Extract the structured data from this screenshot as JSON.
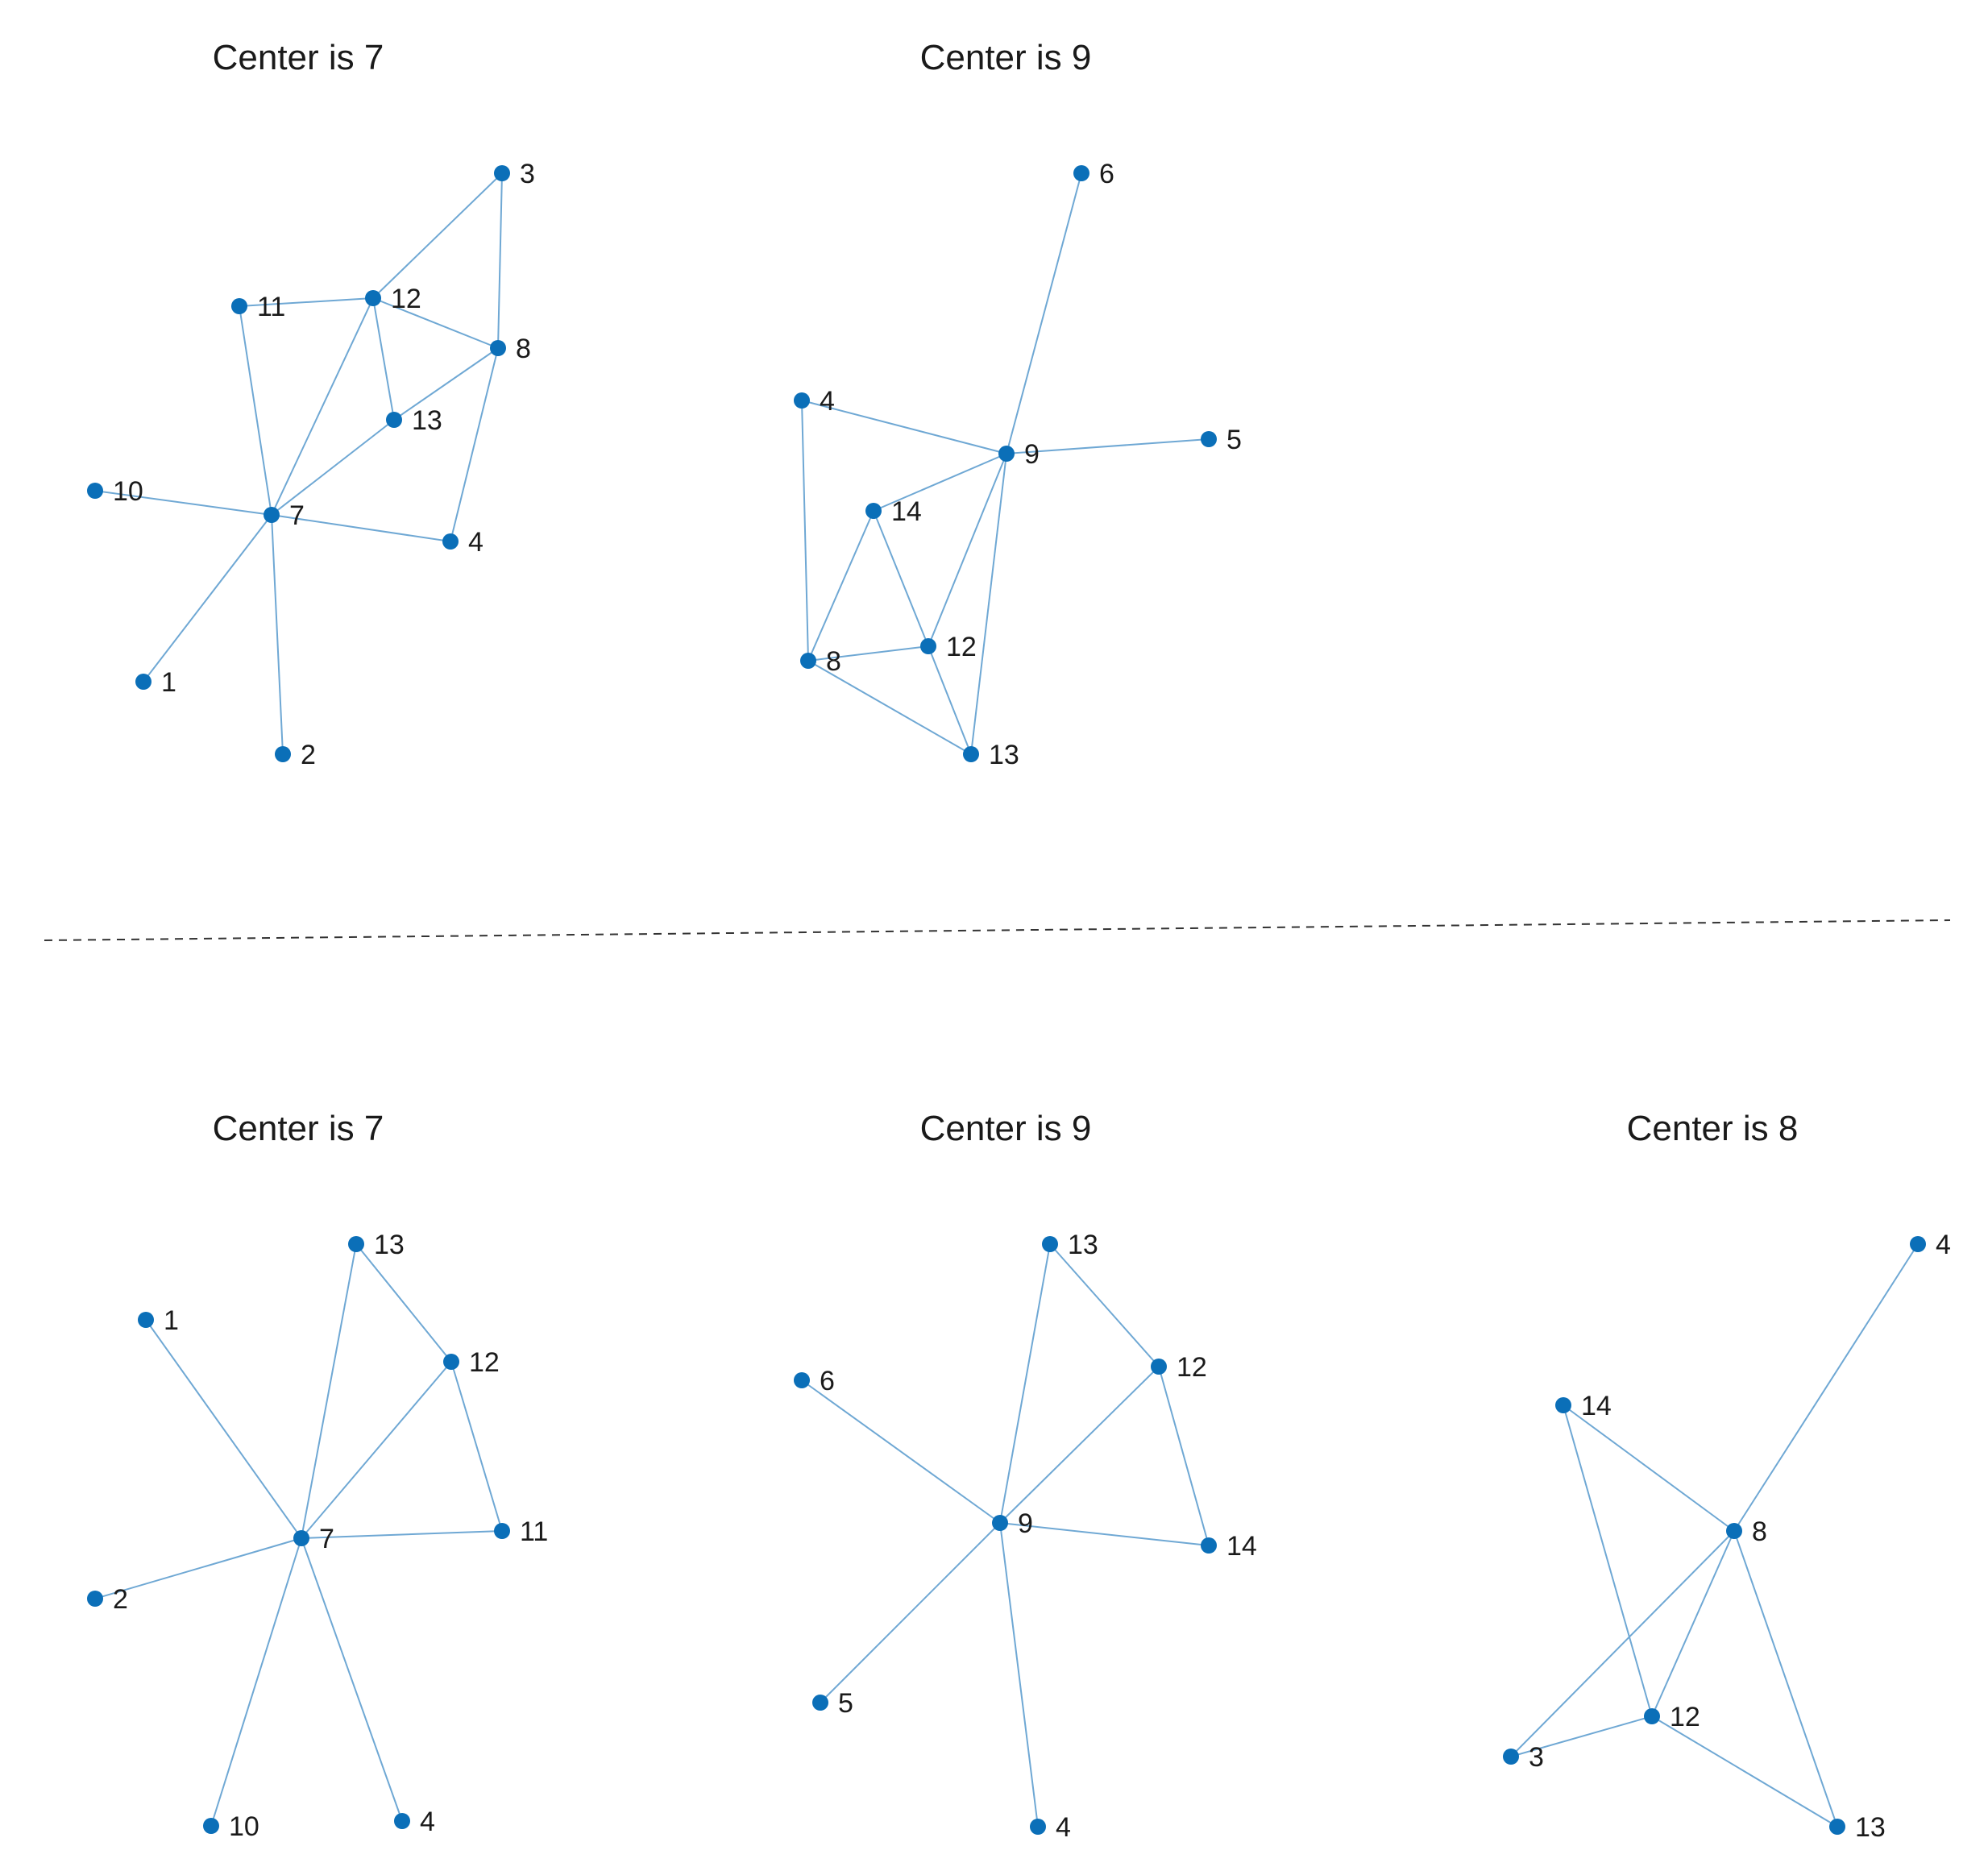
{
  "figure": {
    "node_color": "#0b6fb8",
    "edge_color": "#6fa8d4",
    "divider": "dashed"
  },
  "panels": [
    {
      "title": "Center is 7",
      "nodes": [
        "1",
        "2",
        "3",
        "4",
        "7",
        "8",
        "10",
        "11",
        "12",
        "13"
      ],
      "edges": [
        [
          "7",
          "1"
        ],
        [
          "7",
          "2"
        ],
        [
          "7",
          "4"
        ],
        [
          "7",
          "10"
        ],
        [
          "7",
          "11"
        ],
        [
          "7",
          "12"
        ],
        [
          "7",
          "13"
        ],
        [
          "11",
          "12"
        ],
        [
          "12",
          "3"
        ],
        [
          "12",
          "8"
        ],
        [
          "12",
          "13"
        ],
        [
          "3",
          "8"
        ],
        [
          "8",
          "13"
        ],
        [
          "8",
          "4"
        ]
      ]
    },
    {
      "title": "Center is 9",
      "nodes": [
        "4",
        "5",
        "6",
        "8",
        "9",
        "12",
        "13",
        "14"
      ],
      "edges": [
        [
          "9",
          "6"
        ],
        [
          "9",
          "4"
        ],
        [
          "9",
          "5"
        ],
        [
          "9",
          "14"
        ],
        [
          "9",
          "12"
        ],
        [
          "9",
          "13"
        ],
        [
          "4",
          "8"
        ],
        [
          "14",
          "8"
        ],
        [
          "14",
          "12"
        ],
        [
          "8",
          "12"
        ],
        [
          "8",
          "13"
        ],
        [
          "12",
          "13"
        ]
      ]
    },
    {
      "title": "Center is 7",
      "nodes": [
        "1",
        "2",
        "4",
        "7",
        "10",
        "11",
        "12",
        "13"
      ],
      "edges": [
        [
          "7",
          "1"
        ],
        [
          "7",
          "2"
        ],
        [
          "7",
          "10"
        ],
        [
          "7",
          "4"
        ],
        [
          "7",
          "11"
        ],
        [
          "7",
          "12"
        ],
        [
          "7",
          "13"
        ],
        [
          "13",
          "12"
        ],
        [
          "12",
          "11"
        ]
      ]
    },
    {
      "title": "Center is 9",
      "nodes": [
        "4",
        "5",
        "6",
        "9",
        "12",
        "13",
        "14"
      ],
      "edges": [
        [
          "9",
          "6"
        ],
        [
          "9",
          "5"
        ],
        [
          "9",
          "4"
        ],
        [
          "9",
          "13"
        ],
        [
          "9",
          "12"
        ],
        [
          "9",
          "14"
        ],
        [
          "13",
          "12"
        ],
        [
          "12",
          "14"
        ]
      ]
    },
    {
      "title": "Center is 8",
      "nodes": [
        "3",
        "4",
        "8",
        "12",
        "13",
        "14"
      ],
      "edges": [
        [
          "8",
          "4"
        ],
        [
          "8",
          "14"
        ],
        [
          "8",
          "3"
        ],
        [
          "8",
          "12"
        ],
        [
          "8",
          "13"
        ],
        [
          "14",
          "12"
        ],
        [
          "3",
          "12"
        ],
        [
          "12",
          "13"
        ]
      ]
    }
  ]
}
